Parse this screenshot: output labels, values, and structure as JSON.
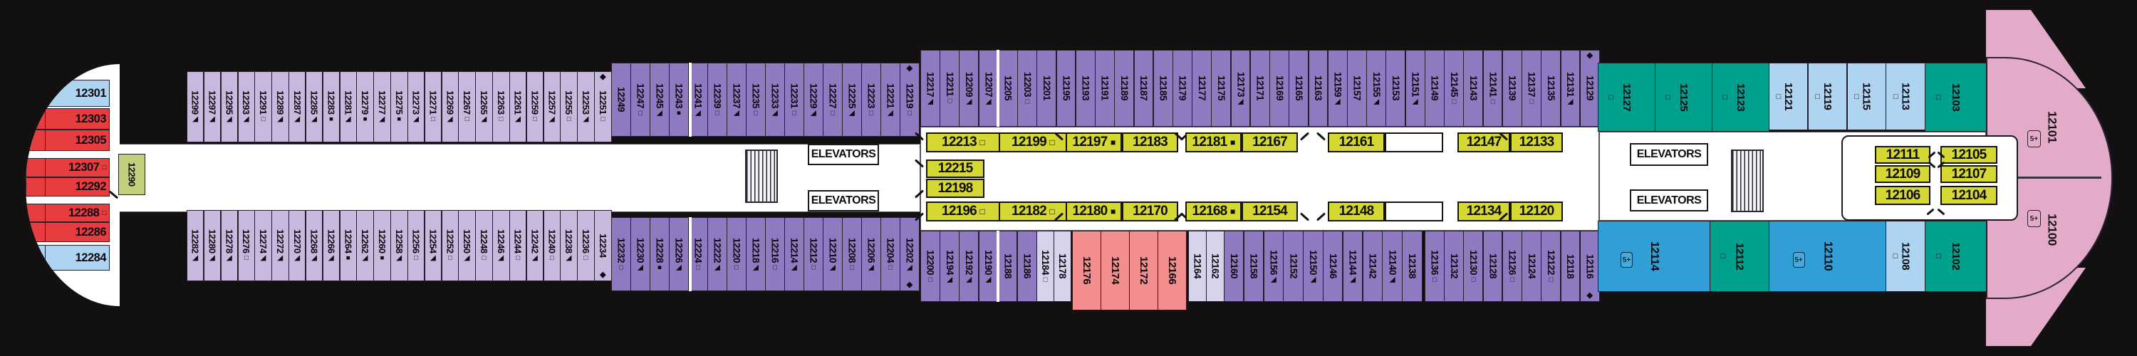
{
  "labels": {
    "elevators": "ELEVATORS",
    "badge_5plus": "5+"
  },
  "colors": {
    "background": "#131011",
    "lavender": "#c9b8de",
    "purple": "#8f7ac2",
    "pale": "#d8d3eb",
    "pink": "#f28e8e",
    "red": "#e73d41",
    "lightblue": "#aed4f1",
    "teal": "#00a18c",
    "blue": "#2f9fd6",
    "bowpink": "#e3abc9",
    "yellow": "#d5d733",
    "green": "#c2d07e",
    "white": "#ffffff"
  },
  "stern_cabins": [
    {
      "id": "12301",
      "color": "lightblue"
    },
    {
      "id": "12303",
      "color": "red"
    },
    {
      "id": "12305",
      "color": "red"
    },
    {
      "id": "12307",
      "color": "red",
      "m": "□"
    },
    {
      "id": "12292",
      "color": "red"
    },
    {
      "id": "12288",
      "color": "red",
      "m": "□"
    },
    {
      "id": "12286",
      "color": "red"
    },
    {
      "id": "12284",
      "color": "lightblue"
    }
  ],
  "green_cabin": {
    "id": "12290"
  },
  "rows": {
    "top_lavender": [
      {
        "id": "12299",
        "m": "◢"
      },
      {
        "id": "12297",
        "m": "◢"
      },
      {
        "id": "12295",
        "m": "◢"
      },
      {
        "id": "12293",
        "m": "◢"
      },
      {
        "id": "12291",
        "m": "□"
      },
      {
        "id": "12289",
        "m": "◢"
      },
      {
        "id": "12287",
        "m": "◢"
      },
      {
        "id": "12285",
        "m": "◢"
      },
      {
        "id": "12283",
        "m": "■"
      },
      {
        "id": "12281",
        "m": "◢"
      },
      {
        "id": "12279",
        "m": "■"
      },
      {
        "id": "12277",
        "m": "◢"
      },
      {
        "id": "12275",
        "m": "■"
      },
      {
        "id": "12273",
        "m": "◢"
      },
      {
        "id": "12271",
        "m": "□"
      },
      {
        "id": "12269",
        "m": "◢"
      },
      {
        "id": "12267",
        "m": "□"
      },
      {
        "id": "12265",
        "m": "◢"
      },
      {
        "id": "12263",
        "m": "□"
      },
      {
        "id": "12261",
        "m": "◢"
      },
      {
        "id": "12259",
        "m": "□"
      },
      {
        "id": "12257",
        "m": "◢"
      },
      {
        "id": "12255",
        "m": "□"
      },
      {
        "id": "12253",
        "m": "◢"
      },
      {
        "id": "12251",
        "m": "□",
        "d": "◆"
      }
    ],
    "top_darkA": [
      {
        "id": "12249"
      },
      {
        "id": "12247",
        "m": "□"
      },
      {
        "id": "12245",
        "m": "◢"
      },
      {
        "id": "12243",
        "m": "■"
      },
      {
        "id": "12241",
        "m": "◢"
      },
      {
        "id": "12239",
        "m": "□"
      },
      {
        "id": "12237",
        "m": "◢"
      },
      {
        "id": "12235",
        "m": "□"
      },
      {
        "id": "12233",
        "m": "◢"
      },
      {
        "id": "12231",
        "m": "□"
      },
      {
        "id": "12229",
        "m": "◢"
      },
      {
        "id": "12227",
        "m": "□"
      },
      {
        "id": "12225",
        "m": "◢"
      },
      {
        "id": "12223",
        "m": "□"
      },
      {
        "id": "12221",
        "m": "◢"
      },
      {
        "id": "12219",
        "m": "□",
        "d": "◆"
      }
    ],
    "top_darkB": [
      {
        "id": "12217",
        "m": "◢"
      },
      {
        "id": "12211",
        "m": "□"
      },
      {
        "id": "12209",
        "m": "◢"
      },
      {
        "id": "12207",
        "m": "◢"
      },
      {
        "id": "12205"
      },
      {
        "id": "12203",
        "m": "□"
      },
      {
        "id": "12201"
      },
      {
        "id": "12195"
      },
      {
        "id": "12193"
      },
      {
        "id": "12191"
      },
      {
        "id": "12189"
      },
      {
        "id": "12187"
      },
      {
        "id": "12185"
      },
      {
        "id": "12179"
      },
      {
        "id": "12177"
      },
      {
        "id": "12175"
      },
      {
        "id": "12173",
        "m": "◢"
      },
      {
        "id": "12171"
      },
      {
        "id": "12169"
      },
      {
        "id": "12165"
      },
      {
        "id": "12163"
      },
      {
        "id": "12159",
        "m": "◢"
      },
      {
        "id": "12157"
      },
      {
        "id": "12155",
        "m": "◢"
      },
      {
        "id": "12153"
      },
      {
        "id": "12151",
        "m": "◢"
      },
      {
        "id": "12149"
      },
      {
        "id": "12145",
        "m": "□"
      },
      {
        "id": "12143"
      },
      {
        "id": "12141",
        "m": "□"
      },
      {
        "id": "12139"
      },
      {
        "id": "12137",
        "m": "□"
      },
      {
        "id": "12135"
      },
      {
        "id": "12131",
        "m": "◢"
      },
      {
        "id": "12129",
        "d": "◆"
      }
    ],
    "top_teal1": [
      {
        "id": "12127",
        "m": "□"
      },
      {
        "id": "12125",
        "m": "□"
      },
      {
        "id": "12123",
        "m": "□"
      }
    ],
    "top_lblue": [
      {
        "id": "12121",
        "m": "□"
      },
      {
        "id": "12119",
        "m": "□"
      },
      {
        "id": "12115",
        "m": "□"
      },
      {
        "id": "12113",
        "m": "□"
      }
    ],
    "top_teal2": [
      {
        "id": "12103",
        "m": "□"
      }
    ],
    "bot_lavender": [
      {
        "id": "12282",
        "m": "◢"
      },
      {
        "id": "12280",
        "m": "◢"
      },
      {
        "id": "12278",
        "m": "◢"
      },
      {
        "id": "12276",
        "m": "□"
      },
      {
        "id": "12274",
        "m": "◢"
      },
      {
        "id": "12272",
        "m": "◢"
      },
      {
        "id": "12270",
        "m": "◢"
      },
      {
        "id": "12268",
        "m": "◢"
      },
      {
        "id": "12266",
        "m": "◢"
      },
      {
        "id": "12264",
        "m": "■"
      },
      {
        "id": "12262",
        "m": "◢"
      },
      {
        "id": "12260",
        "m": "■"
      },
      {
        "id": "12258",
        "m": "◢"
      },
      {
        "id": "12256",
        "m": "□"
      },
      {
        "id": "12254",
        "m": "◢"
      },
      {
        "id": "12252",
        "m": "□"
      },
      {
        "id": "12250",
        "m": "◢"
      },
      {
        "id": "12248",
        "m": "□"
      },
      {
        "id": "12246",
        "m": "◢"
      },
      {
        "id": "12244",
        "m": "□"
      },
      {
        "id": "12242",
        "m": "◢"
      },
      {
        "id": "12240",
        "m": "□"
      },
      {
        "id": "12238",
        "m": "◢"
      },
      {
        "id": "12236",
        "m": "□"
      },
      {
        "id": "12234",
        "d": "◆"
      }
    ],
    "bot_darkA": [
      {
        "id": "12232",
        "m": "□"
      },
      {
        "id": "12230",
        "m": "◢"
      },
      {
        "id": "12228",
        "m": "■"
      },
      {
        "id": "12226",
        "m": "◢"
      },
      {
        "id": "12224",
        "m": "□"
      },
      {
        "id": "12222",
        "m": "◢"
      },
      {
        "id": "12220",
        "m": "□"
      },
      {
        "id": "12218",
        "m": "◢"
      },
      {
        "id": "12216",
        "m": "□"
      },
      {
        "id": "12214",
        "m": "◢"
      },
      {
        "id": "12212",
        "m": "□"
      },
      {
        "id": "12210",
        "m": "◢"
      },
      {
        "id": "12208",
        "m": "□"
      },
      {
        "id": "12206",
        "m": "◢"
      },
      {
        "id": "12204",
        "m": "□"
      },
      {
        "id": "12202",
        "m": "◢",
        "d": "◆"
      }
    ],
    "bot_B1": [
      {
        "id": "12200",
        "m": "□"
      },
      {
        "id": "12194",
        "m": "◢"
      },
      {
        "id": "12192",
        "m": "◢"
      },
      {
        "id": "12190",
        "m": "◢"
      },
      {
        "id": "12188"
      },
      {
        "id": "12186"
      }
    ],
    "bot_pale1": [
      {
        "id": "12184",
        "m": "□"
      },
      {
        "id": "12178"
      }
    ],
    "bot_pink": [
      {
        "id": "12176"
      },
      {
        "id": "12174"
      },
      {
        "id": "12172"
      },
      {
        "id": "12166"
      }
    ],
    "bot_pale2": [
      {
        "id": "12164"
      },
      {
        "id": "12162"
      }
    ],
    "bot_B2": [
      {
        "id": "12160"
      },
      {
        "id": "12158"
      },
      {
        "id": "12156",
        "m": "◢"
      },
      {
        "id": "12152"
      },
      {
        "id": "12150",
        "m": "◢"
      },
      {
        "id": "12146"
      },
      {
        "id": "12144",
        "m": "◢"
      },
      {
        "id": "12142"
      },
      {
        "id": "12140",
        "m": "◢"
      },
      {
        "id": "12138"
      }
    ],
    "bot_B3": [
      {
        "id": "12136",
        "m": "□"
      },
      {
        "id": "12132"
      },
      {
        "id": "12130",
        "m": "□"
      },
      {
        "id": "12128"
      },
      {
        "id": "12126",
        "m": "□"
      },
      {
        "id": "12124"
      },
      {
        "id": "12122",
        "m": "□"
      },
      {
        "id": "12118"
      },
      {
        "id": "12116",
        "d": "◆"
      }
    ],
    "bot_blue1": [
      {
        "id": "12114",
        "b": true
      }
    ],
    "bot_teal1": [
      {
        "id": "12112",
        "m": "□"
      }
    ],
    "bot_blue2": [
      {
        "id": "12110",
        "b": true
      }
    ],
    "bot_lblue": [
      {
        "id": "12108",
        "m": "□"
      }
    ],
    "bot_teal2": [
      {
        "id": "12102",
        "m": "□"
      }
    ]
  },
  "interior": {
    "top": [
      {
        "id": "12213",
        "m": "□"
      },
      {
        "id": "12199",
        "m": "□"
      },
      {
        "id": "12197",
        "m": "■"
      },
      {
        "id": "12183"
      },
      {
        "id": "12181",
        "m": "■"
      },
      {
        "id": "12167"
      },
      {
        "id": "12161"
      },
      {
        "id": "12147"
      },
      {
        "id": "12133"
      }
    ],
    "mid": [
      {
        "id": "12215"
      },
      {
        "id": "12198"
      }
    ],
    "bottom": [
      {
        "id": "12196",
        "m": "□"
      },
      {
        "id": "12182",
        "m": "□"
      },
      {
        "id": "12180",
        "m": "■"
      },
      {
        "id": "12170"
      },
      {
        "id": "12168",
        "m": "■"
      },
      {
        "id": "12154"
      },
      {
        "id": "12148"
      },
      {
        "id": "12134"
      },
      {
        "id": "12120"
      }
    ],
    "bow_left": [
      {
        "id": "12111"
      },
      {
        "id": "12109"
      },
      {
        "id": "12106"
      }
    ],
    "bow_right": [
      {
        "id": "12105"
      },
      {
        "id": "12107"
      },
      {
        "id": "12104"
      }
    ]
  },
  "bow_suites": [
    {
      "id": "12101",
      "b": true
    },
    {
      "id": "12100",
      "b": true
    }
  ]
}
